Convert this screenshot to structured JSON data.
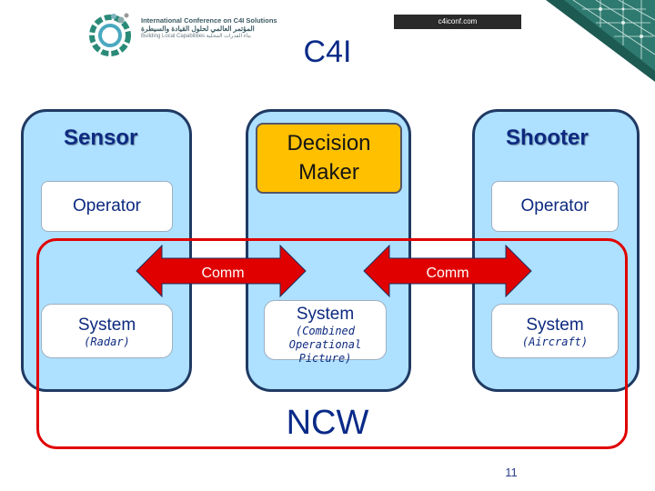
{
  "header": {
    "logo_text": {
      "line1": "International Conference on C4I Solutions",
      "line2": "المؤتمر العالمي لحلول القيادة والسيطرة",
      "line3": "Building Local Capabilities   بناء القدرات المحلية"
    },
    "url": "c4iconf.com",
    "title": "C4I"
  },
  "diagram": {
    "sensor": {
      "label": "Sensor",
      "operator": "Operator",
      "system": "System",
      "system_sub": "(Radar)"
    },
    "decision_maker": {
      "label": "Decision\nMaker",
      "system": "System",
      "system_sub": "(Combined Operational Picture)"
    },
    "shooter": {
      "label": "Shooter",
      "operator": "Operator",
      "system": "System",
      "system_sub": "(Aircraft)"
    },
    "comm_left": "Comm",
    "comm_right": "Comm",
    "ncw": "NCW"
  },
  "colors": {
    "panel_fill": "#aee0ff",
    "decision_maker_fill": "#ffc000",
    "ncw_frame": "#e00000",
    "arrow_fill": "#e00000"
  },
  "footer": {
    "page_number": "11"
  }
}
